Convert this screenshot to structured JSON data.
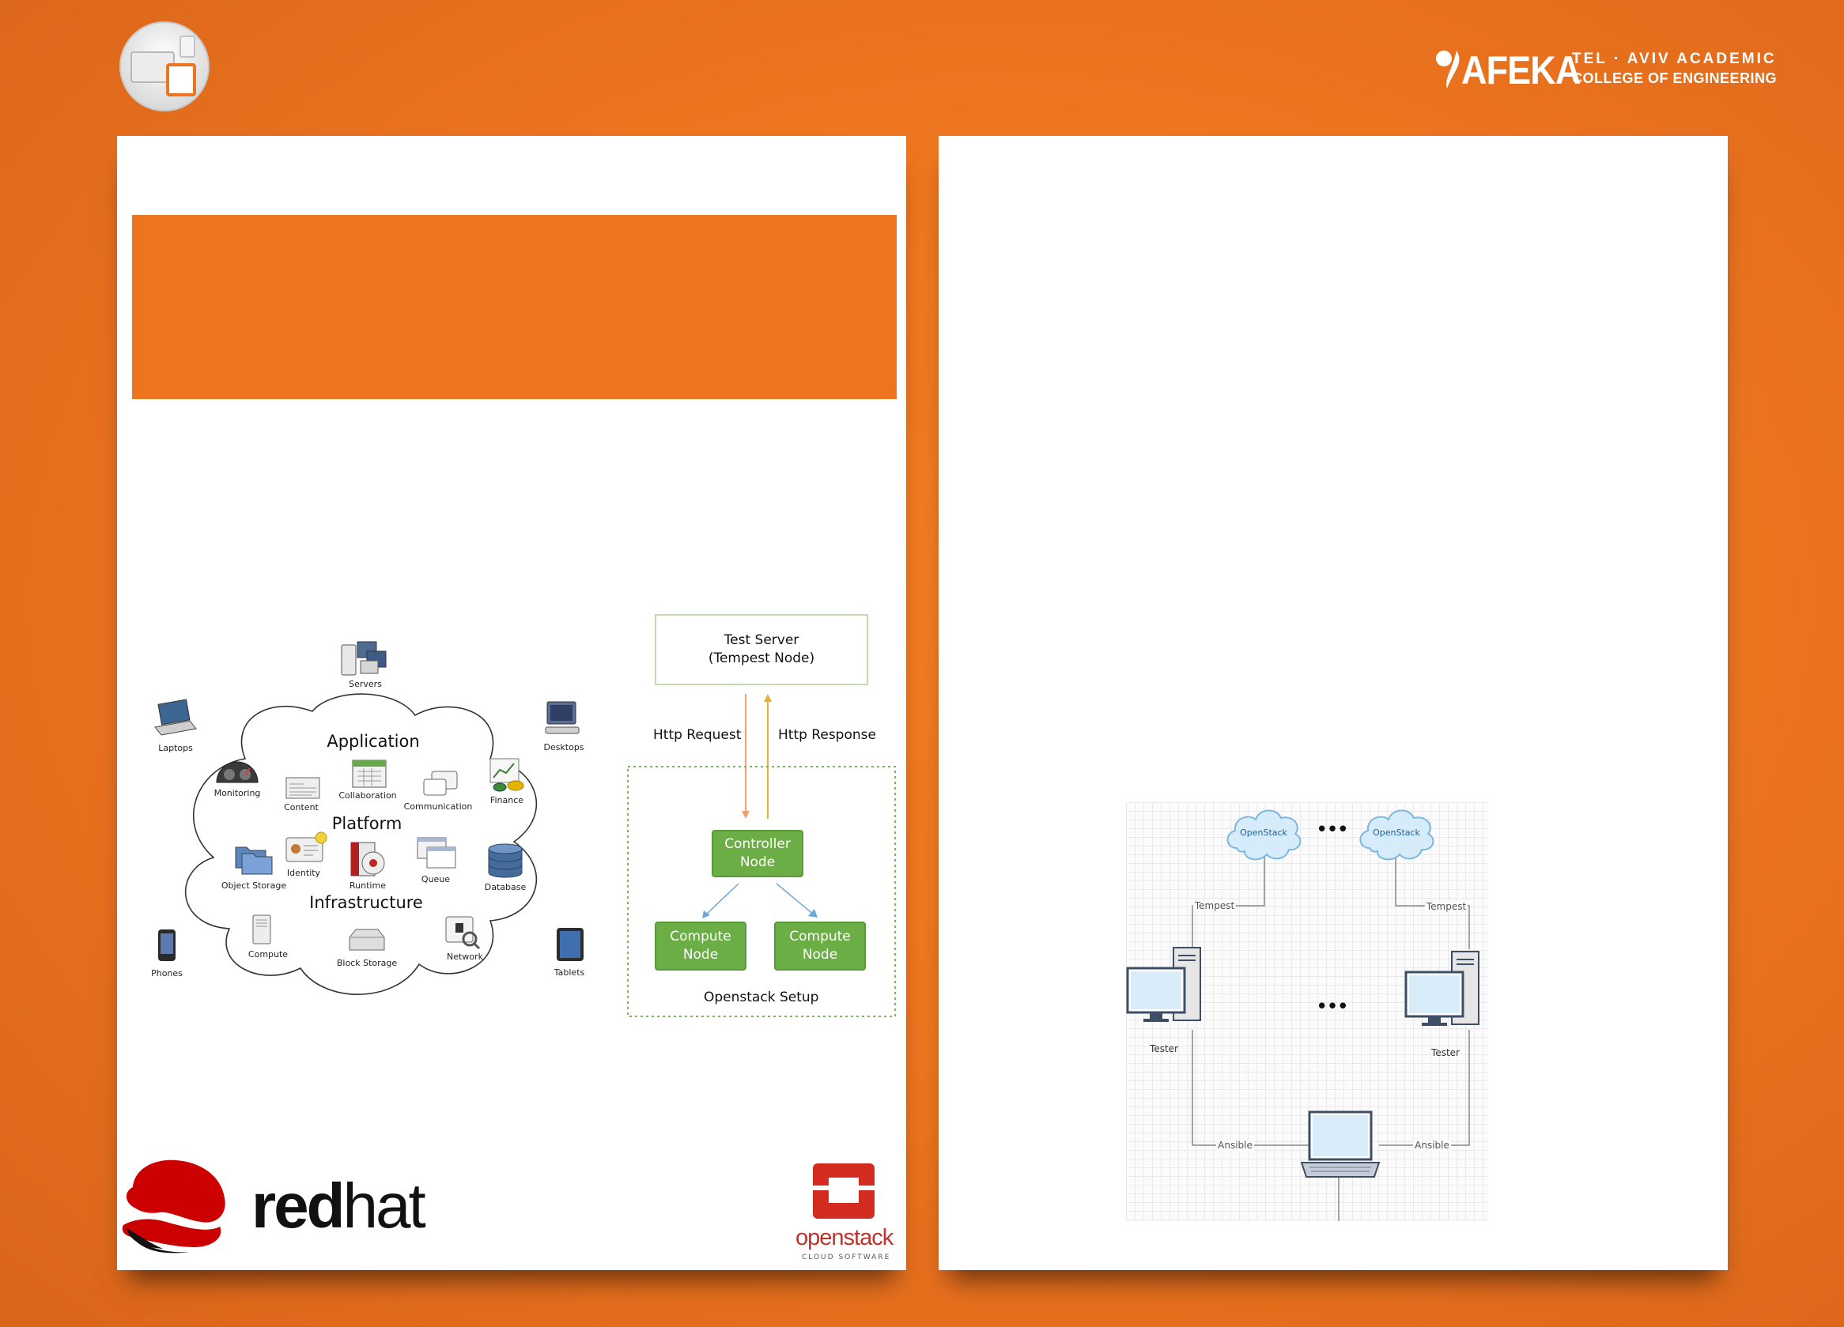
{
  "header": {
    "brand_logo": {
      "icon": "devices-app-icon"
    },
    "college": {
      "name": "AFEKA",
      "line1": "TEL · AVIV ACADEMIC",
      "line2": "COLLEGE OF ENGINEERING"
    }
  },
  "cloud_diagram": {
    "outer_devices": [
      {
        "id": "servers",
        "label": "Servers",
        "icon": "servers-icon"
      },
      {
        "id": "laptops",
        "label": "Laptops",
        "icon": "laptop-icon"
      },
      {
        "id": "desktops",
        "label": "Desktops",
        "icon": "desktop-icon"
      },
      {
        "id": "phones",
        "label": "Phones",
        "icon": "phone-icon"
      },
      {
        "id": "tablets",
        "label": "Tablets",
        "icon": "tablet-icon"
      }
    ],
    "layers": {
      "application": "Application",
      "platform": "Platform",
      "infrastructure": "Infrastructure"
    },
    "services": [
      {
        "id": "monitoring",
        "label": "Monitoring",
        "icon": "gauge-icon"
      },
      {
        "id": "collaboration",
        "label": "Collaboration",
        "icon": "calendar-icon"
      },
      {
        "id": "content",
        "label": "Content",
        "icon": "news-icon"
      },
      {
        "id": "communication",
        "label": "Communication",
        "icon": "chat-icon"
      },
      {
        "id": "finance",
        "label": "Finance",
        "icon": "finance-chart-icon"
      },
      {
        "id": "object-storage",
        "label": "Object Storage",
        "icon": "folders-icon"
      },
      {
        "id": "identity",
        "label": "Identity",
        "icon": "id-card-icon"
      },
      {
        "id": "runtime",
        "label": "Runtime",
        "icon": "runtime-icon"
      },
      {
        "id": "queue",
        "label": "Queue",
        "icon": "queue-windows-icon"
      },
      {
        "id": "database",
        "label": "Database",
        "icon": "database-icon"
      },
      {
        "id": "compute",
        "label": "Compute",
        "icon": "compute-tower-icon"
      },
      {
        "id": "block-storage",
        "label": "Block Storage",
        "icon": "hard-drive-icon"
      },
      {
        "id": "network",
        "label": "Network",
        "icon": "network-icon"
      }
    ]
  },
  "openstack_setup": {
    "test_server": {
      "line1": "Test Server",
      "line2": "(Tempest Node)"
    },
    "http_request": "Http Request",
    "http_response": "Http Response",
    "controller_node": {
      "line1": "Controller",
      "line2": "Node"
    },
    "compute_node_1": {
      "line1": "Compute",
      "line2": "Node"
    },
    "compute_node_2": {
      "line1": "Compute",
      "line2": "Node"
    },
    "setup_label": "Openstack Setup",
    "colors": {
      "node_green": "#6aae45",
      "request_arrow": "#f0a070",
      "response_arrow": "#e8b030",
      "dashed_border": "#7ab55c"
    }
  },
  "logos": {
    "redhat": {
      "text_bold": "red",
      "text_light": "hat",
      "icon": "redhat-shadowman-icon"
    },
    "openstack": {
      "text": "openstack",
      "tagline": "CLOUD SOFTWARE",
      "icon": "openstack-logo-icon"
    }
  },
  "network_diagram": {
    "cloud_left": "OpenStack",
    "cloud_right": "OpenStack",
    "ellipsis_top": "•••",
    "ellipsis_mid": "•••",
    "tempest_left": "Tempest",
    "tempest_right": "Tempest",
    "tester_left": "Tester",
    "tester_right": "Tester",
    "ansible_left": "Ansible",
    "ansible_right": "Ansible"
  },
  "colors": {
    "background": "#ef7620",
    "banner": "#ee7420",
    "panel": "#ffffff"
  }
}
